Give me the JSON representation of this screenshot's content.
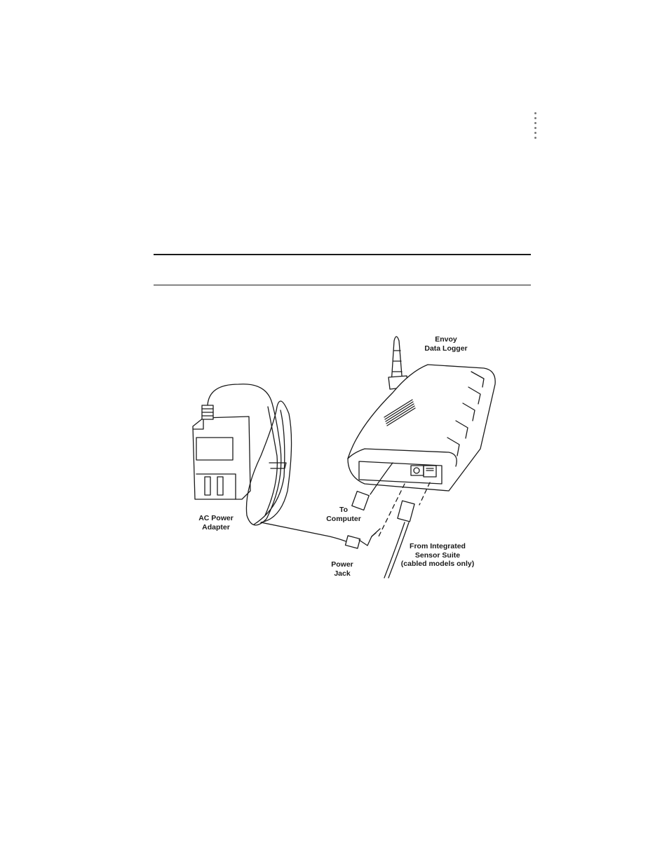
{
  "labels": {
    "envoy": {
      "line1": "Envoy",
      "line2": "Data Logger"
    },
    "ac_adapter": {
      "line1": "AC Power",
      "line2": "Adapter"
    },
    "to_computer": {
      "line1": "To",
      "line2": "Computer"
    },
    "power_jack": {
      "line1": "Power",
      "line2": "Jack"
    },
    "from_iss": {
      "line1": "From Integrated",
      "line2": "Sensor Suite",
      "line3": "(cabled models only)"
    }
  },
  "icons": [
    "envoy-data-logger-icon",
    "ac-power-adapter-icon",
    "power-cord-icon",
    "power-jack-icon",
    "computer-cable-plug-icon",
    "sensor-cable-plug-icon",
    "antenna-icon"
  ]
}
